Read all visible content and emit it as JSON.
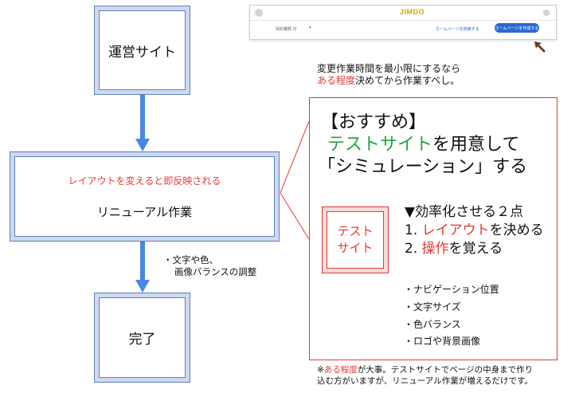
{
  "flow": {
    "box1": "運営サイト",
    "box2_red": "レイアウトを変えると即反映される",
    "box2": "リニューアル作業",
    "box3": "完了",
    "note_line1": "・文字や色、",
    "note_line2": "画像バランスの調整"
  },
  "screenshot": {
    "logo": "JIMDO",
    "select_label": "契約種類 日",
    "chevron": "▾",
    "link_label": "ホームページを検索する",
    "button_label": "ホームページを作成する"
  },
  "top_note": {
    "line1": "変更作業時間を最小限にするなら",
    "line2_red": "ある程度",
    "line2_rest": "決めてから作業すべし。"
  },
  "panel": {
    "heading": "【おすすめ】",
    "line2_green": "テストサイト",
    "line2_rest": "を用意して",
    "line3": "「シミュレーション」する",
    "ts_line1": "テスト",
    "ts_line2": "サイト",
    "points_title": "▼効率化させる２点",
    "p1_num": "1. ",
    "p1_red": "レイアウト",
    "p1_rest": "を決める",
    "p2_num": "2. ",
    "p2_red": "操作",
    "p2_rest": "を覚える",
    "bullets": [
      "・ナビゲーション位置",
      "・文字サイズ",
      "・色バランス",
      "・ロゴや背景画像"
    ]
  },
  "footer": {
    "prefix": "※",
    "red": "ある程度",
    "rest1": "が大事。テストサイトでページの中身まで作り",
    "line2": "込む方がいますが、リニューアル作業が増えるだけです。"
  },
  "colors": {
    "arrow": "#4a86e8",
    "red": "#e53935",
    "green": "#1ea446",
    "bevel": "#cfd9ee"
  }
}
